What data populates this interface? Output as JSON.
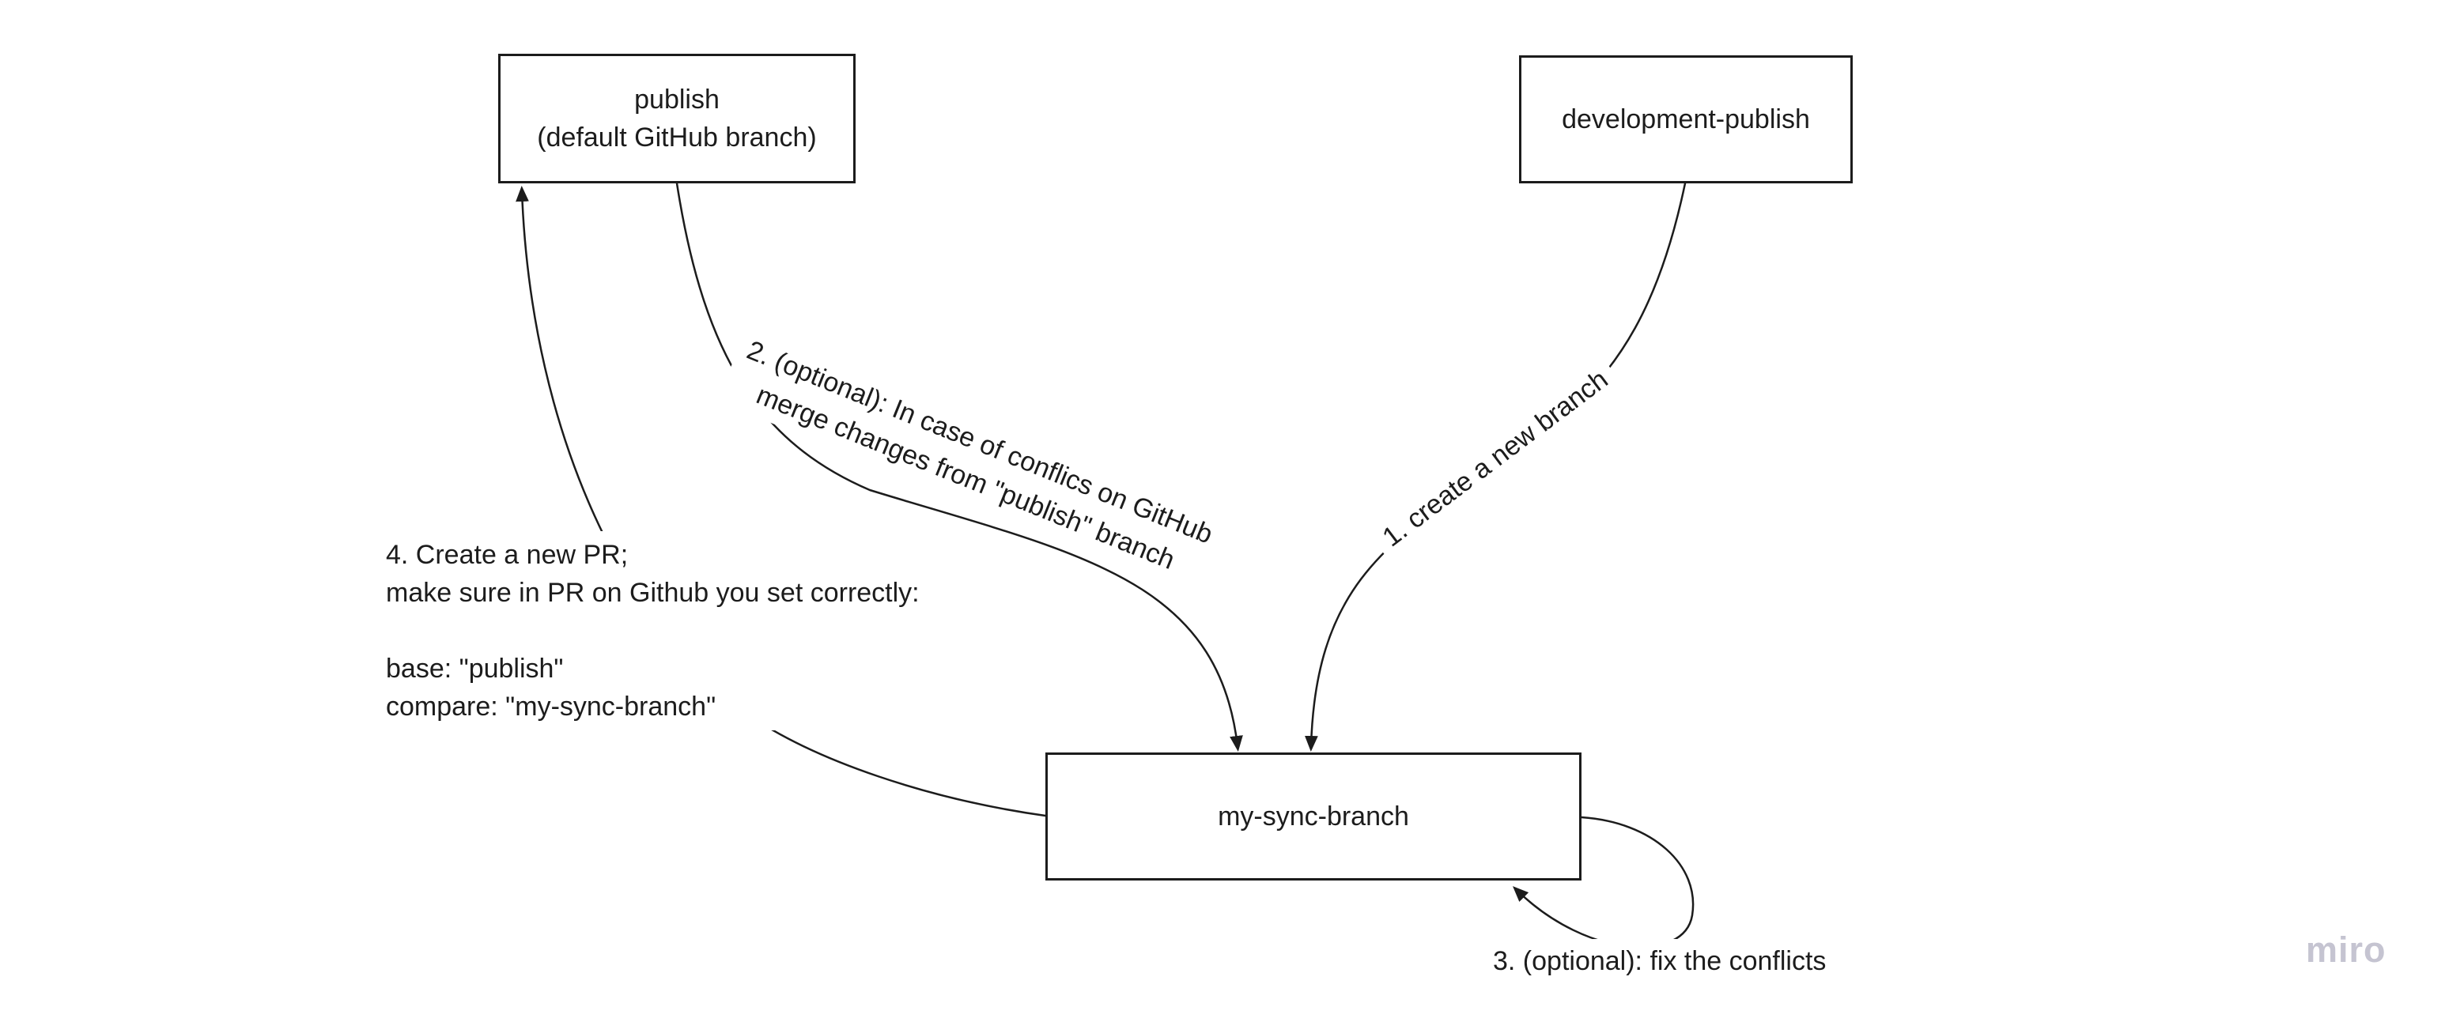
{
  "board": {
    "background": "#ffffff",
    "ink_color": "#1c1c1c",
    "watermark": "miro",
    "watermark_color": "#c5c4d1"
  },
  "nodes": {
    "publish": {
      "line1": "publish",
      "line2": "(default GitHub branch)"
    },
    "development_publish": {
      "label": "development-publish"
    },
    "my_sync_branch": {
      "label": "my-sync-branch"
    }
  },
  "edges": {
    "create_branch": {
      "label": "1. create a new branch"
    },
    "merge_conflicts": {
      "line1": "2. (optional): In case of conflics on GitHub",
      "line2": "merge changes from \"publish\" branch"
    },
    "fix_conflicts": {
      "label": "3. (optional): fix the conflicts"
    },
    "create_pr": {
      "line1": "4. Create a new PR;",
      "line2": "make sure in PR on Github you set correctly:",
      "line3": "base: \"publish\"",
      "line4": "compare: \"my-sync-branch\""
    }
  }
}
